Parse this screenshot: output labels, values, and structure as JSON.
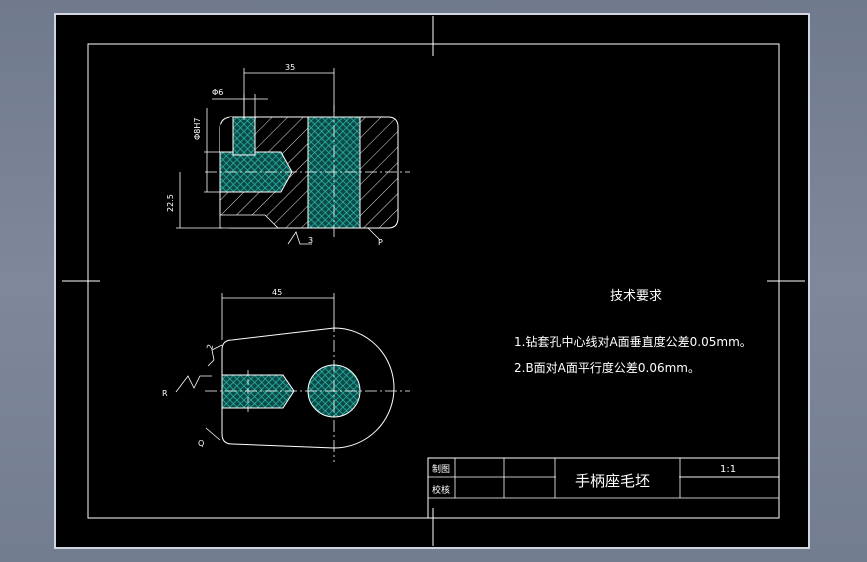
{
  "drawing": {
    "dimensions": {
      "d35": "35",
      "d6": "Φ6",
      "d8h7": "Φ8H7",
      "d22_5": "22.5",
      "d45": "45",
      "d2": "2"
    },
    "surface_finish": {
      "s3": "3",
      "sP": "P",
      "sR": "R",
      "sQ": "Q"
    },
    "tech_requirements": {
      "title": "技术要求",
      "items": [
        "1.钻套孔中心线对A面垂直度公差0.05mm。",
        "2.B面对A面平行度公差0.06mm。"
      ]
    },
    "title_block": {
      "drawn_label": "制图",
      "checked_label": "校核",
      "part_name": "手柄座毛坯",
      "scale": "1:1"
    }
  },
  "colors": {
    "background": "#000000",
    "lines": "#ffffff",
    "hatch": "#2bbfb0",
    "frame": "#cfd6e0"
  }
}
